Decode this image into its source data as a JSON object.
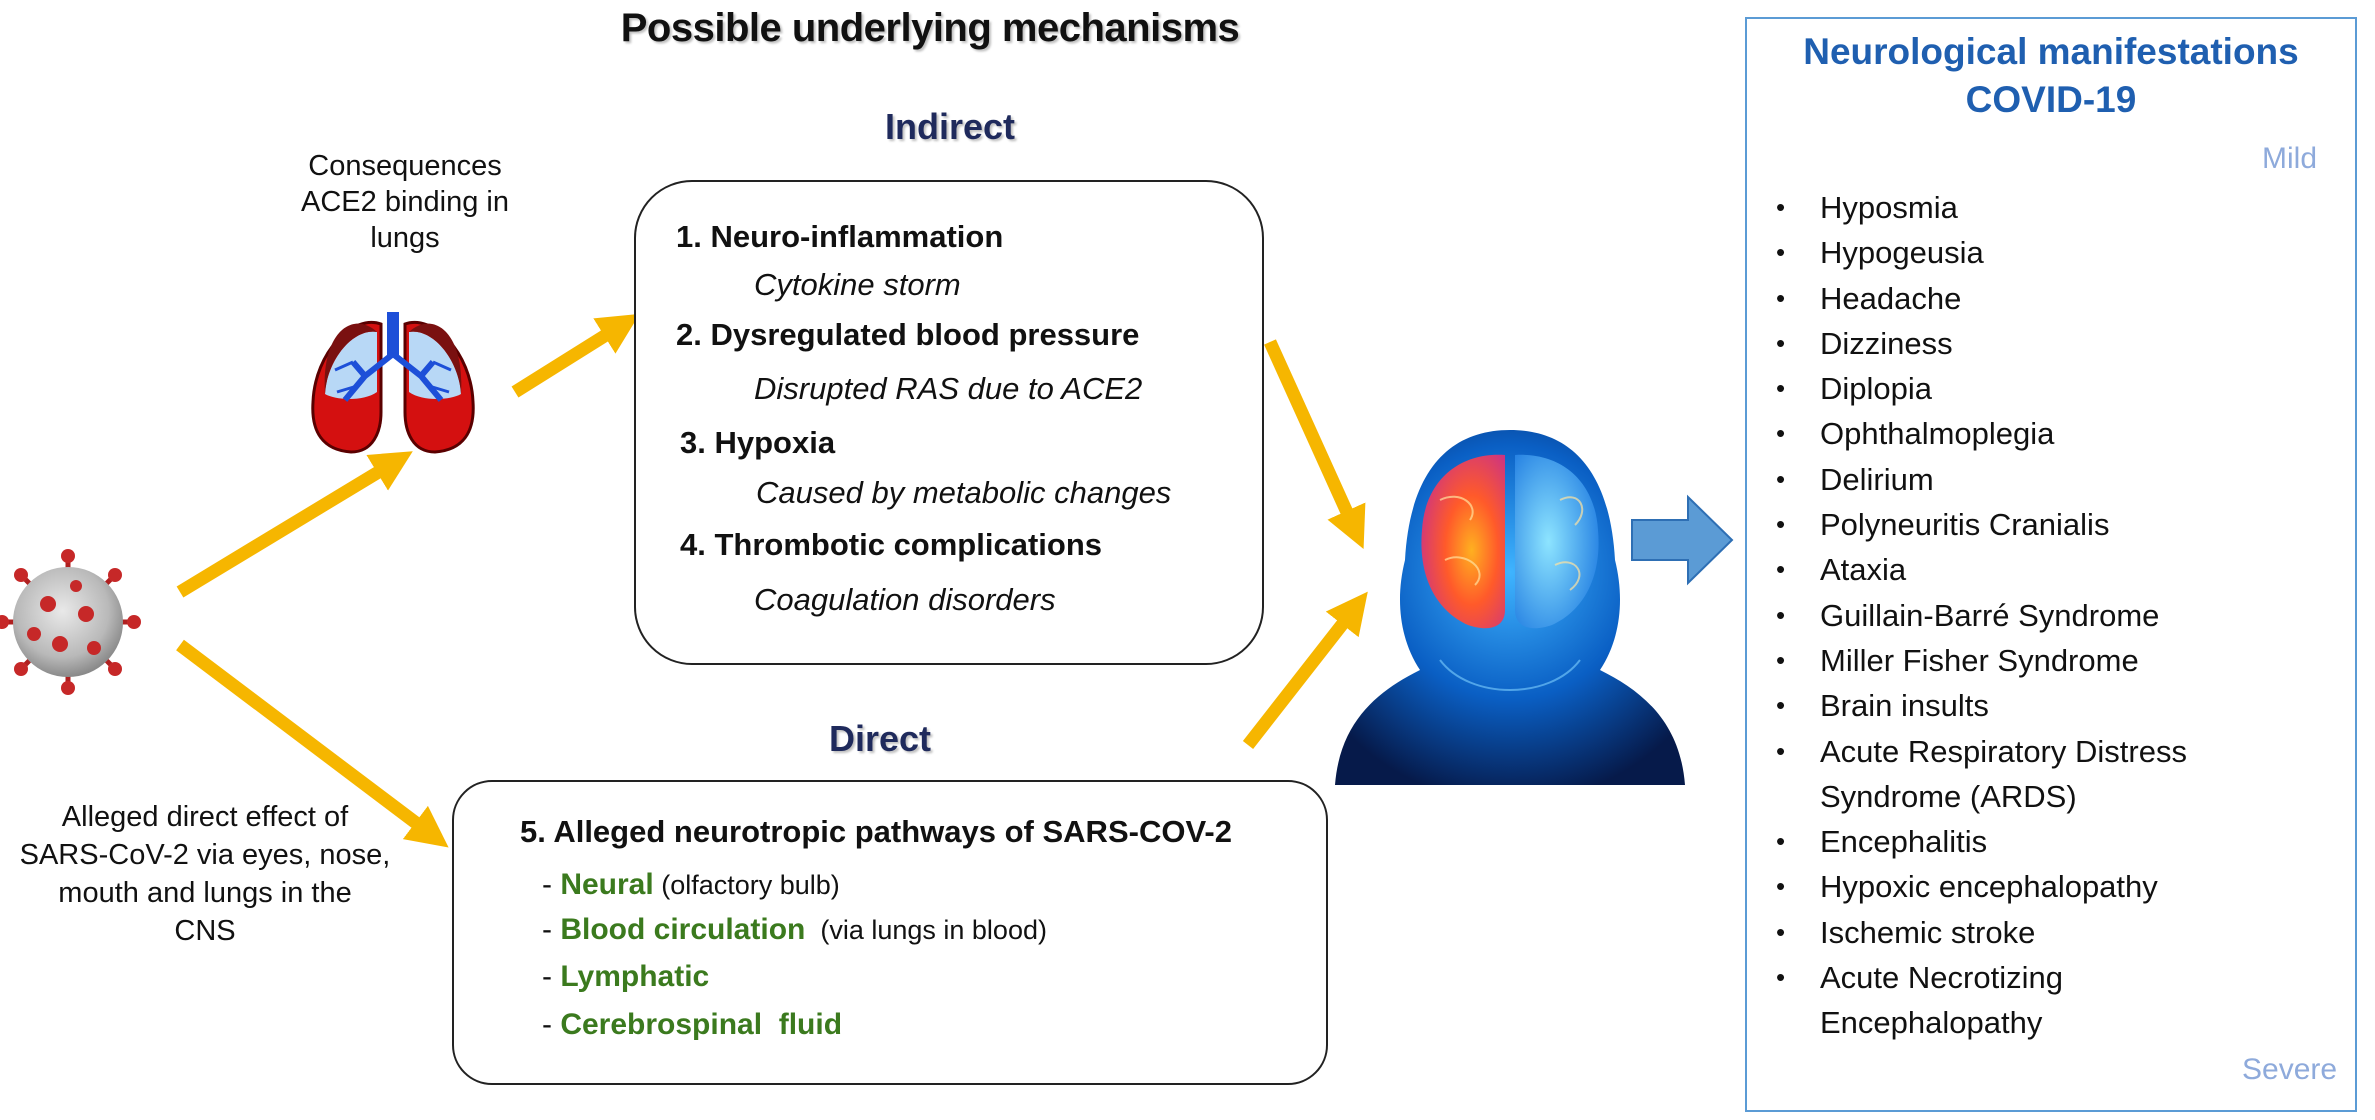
{
  "title": "Possible underlying mechanisms",
  "indirect": {
    "heading": "Indirect",
    "items": [
      {
        "label": "1. Neuro-inflammation",
        "detail": "Cytokine storm"
      },
      {
        "label": "2. Dysregulated blood pressure",
        "detail": "Disrupted RAS due to ACE2"
      },
      {
        "label": "3. Hypoxia",
        "detail": "Caused by metabolic changes"
      },
      {
        "label": "4. Thrombotic complications",
        "detail": "Coagulation disorders"
      }
    ]
  },
  "direct": {
    "heading": "Direct",
    "title": "5. Alleged neurotropic pathways of SARS-COV-2",
    "pathways": [
      {
        "prefix": "- ",
        "name": "Neural",
        "note": " (olfactory bulb)"
      },
      {
        "prefix": "- ",
        "name": "Blood circulation",
        "note": "  (via lungs in blood)"
      },
      {
        "prefix": "- ",
        "name": "Lymphatic",
        "note": ""
      },
      {
        "prefix": "- ",
        "name": "Cerebrospinal  fluid",
        "note": ""
      }
    ]
  },
  "lungs_caption": [
    "Consequences",
    "ACE2 binding in",
    "lungs"
  ],
  "direct_caption": [
    "Alleged direct effect of",
    "SARS-CoV-2 via eyes, nose,",
    "mouth and lungs in the",
    "CNS"
  ],
  "manifestations": {
    "title_line1": "Neurological manifestations",
    "title_line2": "COVID-19",
    "scale_top": "Mild",
    "scale_bottom": "Severe",
    "items": [
      "Hyposmia",
      "Hypogeusia",
      "Headache",
      "Dizziness",
      "Diplopia",
      "Ophthalmoplegia",
      "Delirium",
      "Polyneuritis Cranialis",
      "Ataxia",
      "Guillain-Barré Syndrome",
      "Miller Fisher Syndrome",
      "Brain insults",
      "Acute Respiratory Distress Syndrome (ARDS)",
      "Encephalitis",
      "Hypoxic encephalopathy",
      "Ischemic stroke",
      "Acute Necrotizing Encephalopathy"
    ]
  },
  "colors": {
    "arrow": "#f6b600",
    "panel_border": "#5b9bd5",
    "panel_title": "#1f5fb0",
    "pathway_green": "#3b7a1e",
    "scale": "#8eaadb",
    "block_arrow": "#5b9bd5"
  },
  "icons": [
    "virus-icon",
    "lungs-icon",
    "brain-head-icon",
    "block-arrow-icon",
    "double-arrow-icon"
  ]
}
